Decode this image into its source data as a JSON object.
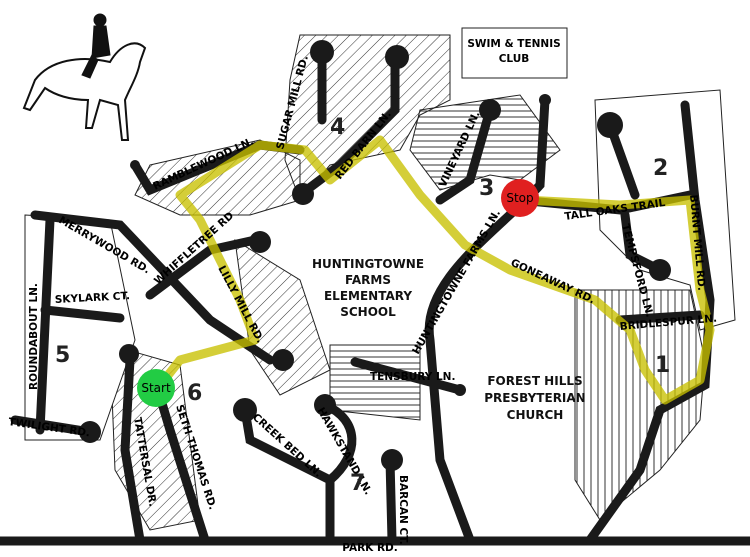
{
  "map": {
    "markers": {
      "start": {
        "label": "Start",
        "color": "#22cc44"
      },
      "stop": {
        "label": "Stop",
        "color": "#e02020"
      }
    },
    "route_color": "#c8c000",
    "areas": {
      "swim": [
        "SWIM & TENNIS",
        "CLUB"
      ],
      "school": [
        "HUNTINGTOWNE",
        "FARMS",
        "ELEMENTARY",
        "SCHOOL"
      ],
      "church": [
        "FOREST HILLS",
        "PRESBYTERIAN",
        "CHURCH"
      ]
    },
    "zones": [
      "1",
      "2",
      "3",
      "4",
      "5",
      "6",
      "7"
    ],
    "roads": {
      "park": "PARK RD.",
      "ramblewood": "RAMBLEWOOD LN.",
      "sugar_mill": "SUGAR MILL RD.",
      "red_barn": "RED BARN LN.",
      "vineyard": "VINEYARD LN.",
      "tall_oaks": "TALL OAKS TRAIL",
      "tempsford": "TEMPSFORD LN.",
      "burnt_mill": "BURNT MILL RD.",
      "bridlespur": "BRIDLESPUR LN.",
      "goneaway": "GONEAWAY RD.",
      "huntingtowne": "HUNTINGTOWNE FARMS LN.",
      "merrywood": "MERRYWOOD RD.",
      "skylark": "SKYLARK CT.",
      "roundabout": "ROUNDABOUT LN.",
      "twilight": "TWILIGHT RD.",
      "whiffletree": "WHIFFLETREE RD",
      "lilly_mill": "LILLY MILL RD.",
      "seth_thomas": "SETH THOMAS RD.",
      "tattersal": "TATTERSAL DR.",
      "creek_bed": "CREEK BED LN.",
      "hawkstand": "HAWKSTAND LN.",
      "barcan": "BARCAN CT.",
      "tensbury": "TENSBURY LN."
    }
  }
}
